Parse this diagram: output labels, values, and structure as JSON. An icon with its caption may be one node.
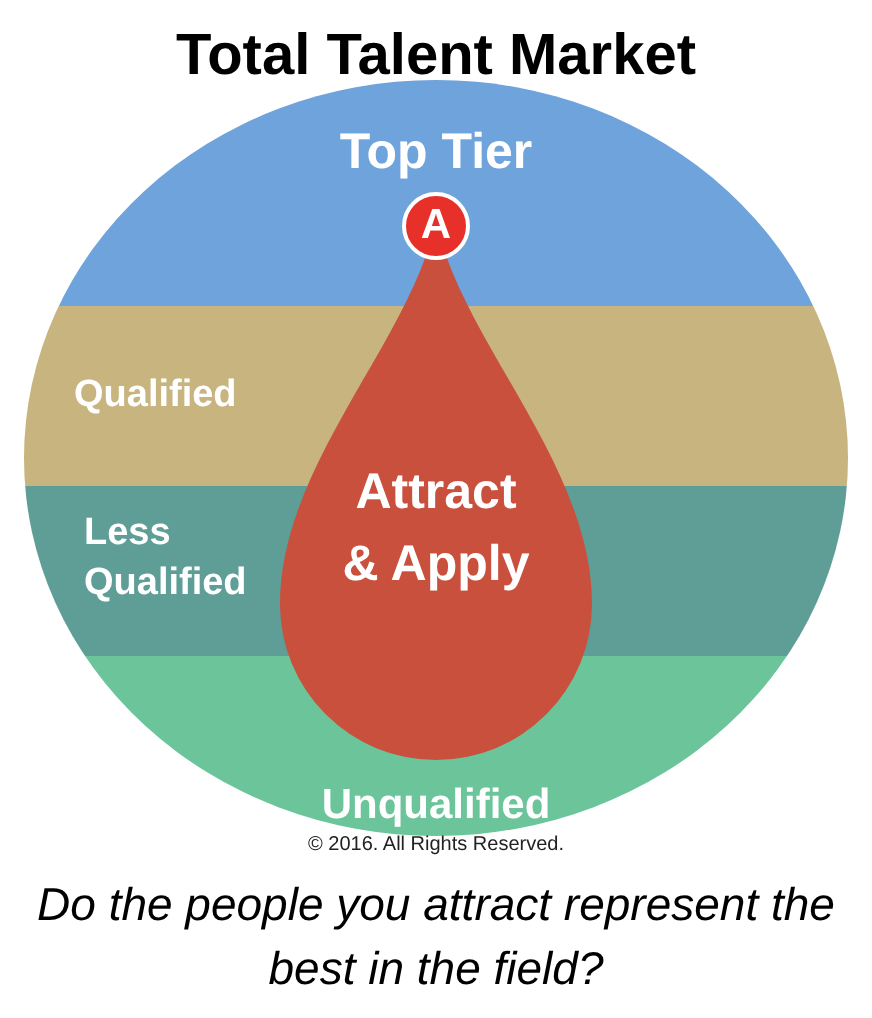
{
  "diagram": {
    "title": "Total Talent Market",
    "caption": "Do the people you attract represent the best in the field?",
    "nodes": [
      {
        "text": [
          "Attract & Apply"
        ]
      },
      {
        "text": [
          "A"
        ]
      }
    ],
    "labels": [
      "Top Tier",
      "Qualified",
      "Less Qualified",
      "Unqualified",
      "© 2016. All Rights Reserved."
    ]
  }
}
